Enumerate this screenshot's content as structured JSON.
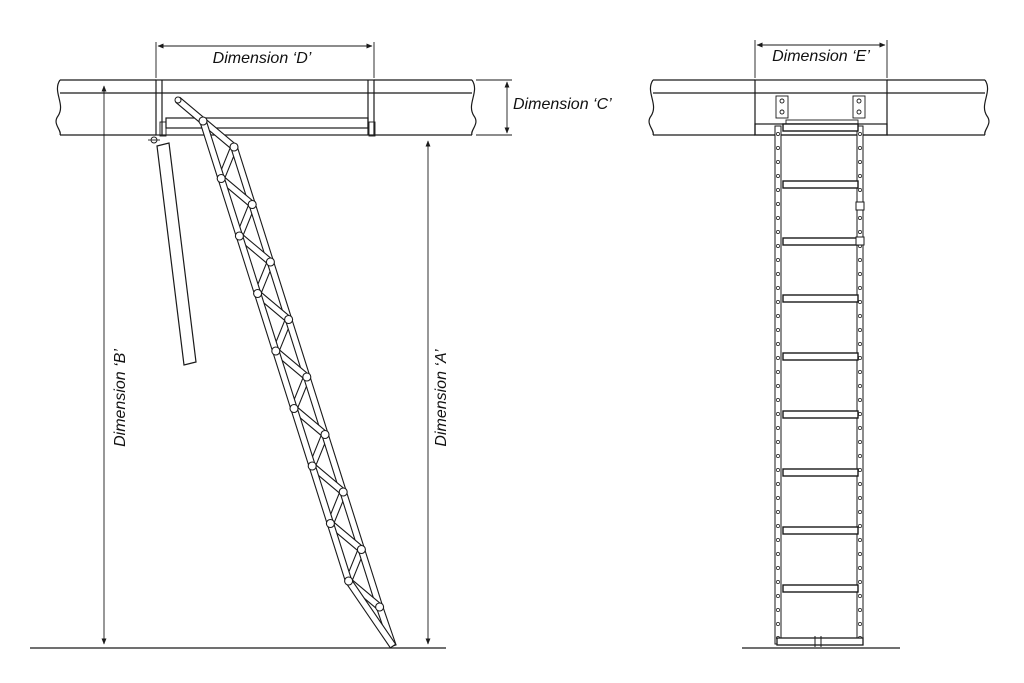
{
  "labels": {
    "dim_a": "Dimension ‘A’",
    "dim_b": "Dimension ‘B’",
    "dim_c": "Dimension ‘C’",
    "dim_d": "Dimension ‘D’",
    "dim_e": "Dimension ‘E’"
  },
  "colors": {
    "line": "#1a1a1a",
    "background": "#ffffff"
  }
}
